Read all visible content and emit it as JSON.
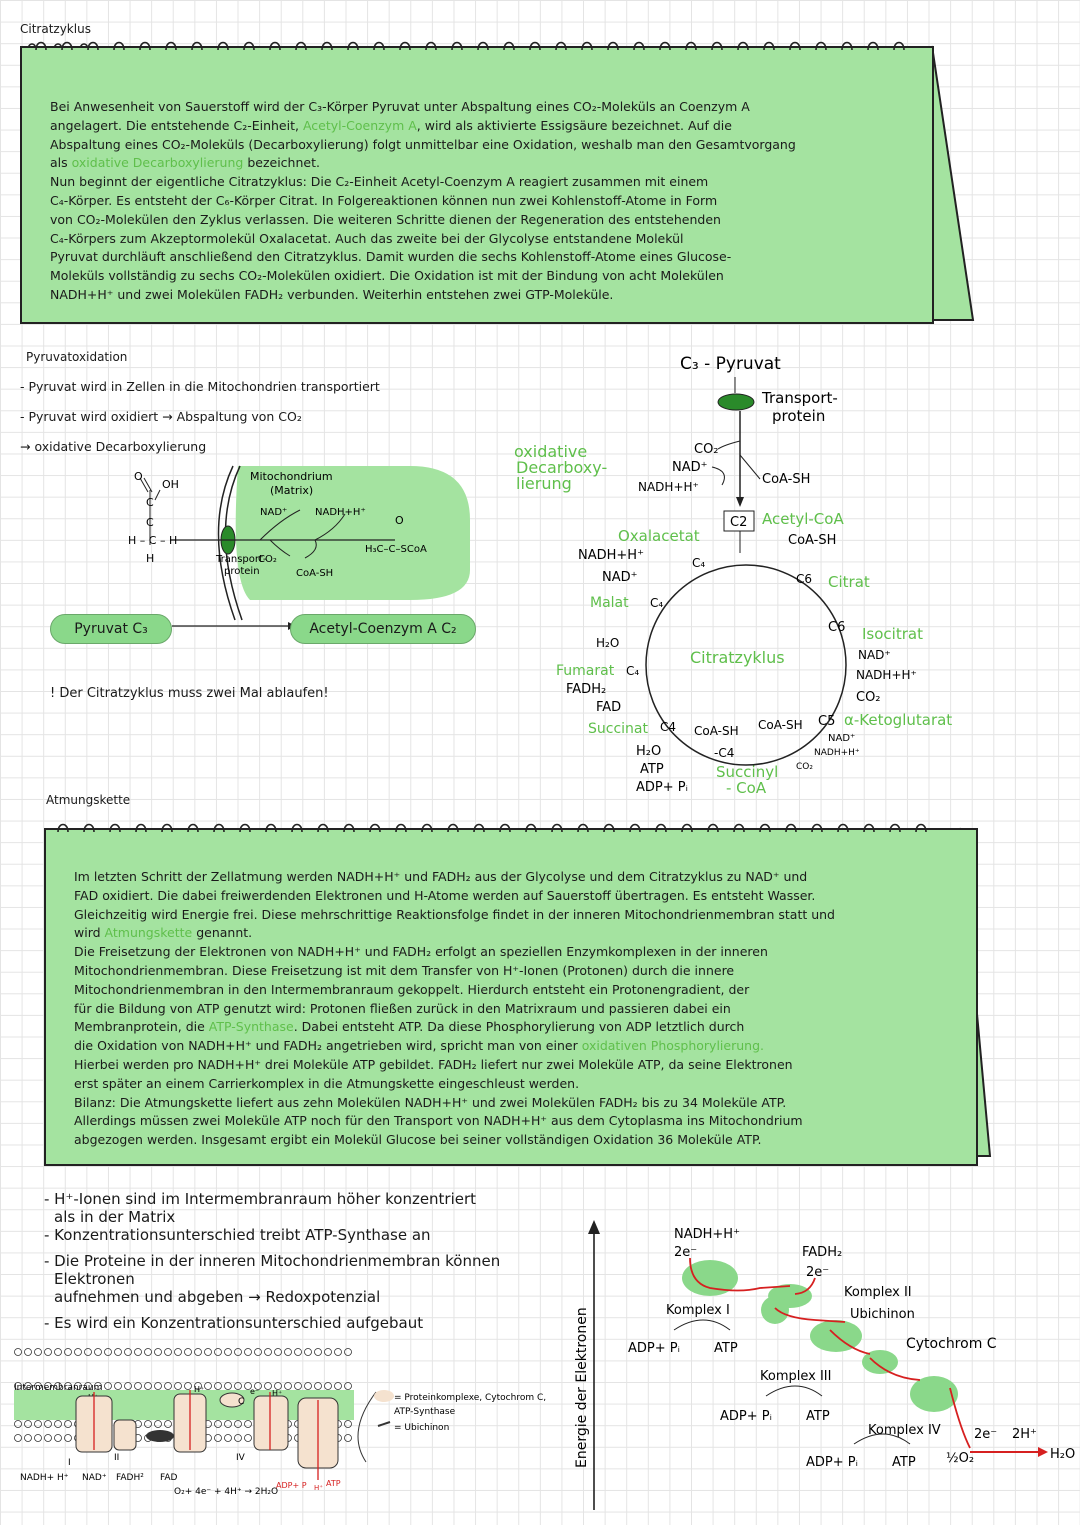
{
  "header": {
    "title": "Citratzyklus"
  },
  "card1": {
    "l1": "Bei Anwesenheit von Sauerstoff wird der C₃-Körper Pyruvat unter Abspaltung eines CO₂-Moleküls an Coenzym A",
    "l2a": "angelagert. Die entstehende C₂-Einheit,",
    "l2g": "Acetyl-Coenzym A",
    "l2b": ", wird als aktivierte Essigsäure bezeichnet. Auf die",
    "l3": "Abspaltung eines CO₂-Moleküls (Decarboxylierung) folgt unmittelbar eine Oxidation, weshalb man den Gesamtvorgang",
    "l4a": "als",
    "l4g": "oxidative Decarboxylierung",
    "l4b": "bezeichnet.",
    "l5": "Nun beginnt der eigentliche Citratzyklus: Die C₂-Einheit Acetyl-Coenzym A reagiert zusammen mit einem",
    "l6": "C₄-Körper. Es entsteht der C₆-Körper Citrat. In Folgereaktionen können nun zwei Kohlenstoff-Atome in Form",
    "l7": "von CO₂-Molekülen den Zyklus verlassen. Die weiteren Schritte dienen der Regeneration des entstehenden",
    "l8": "C₄-Körpers zum Akzeptormolekül Oxalacetat. Auch das zweite bei der Glycolyse entstandene Molekül",
    "l9": "Pyruvat durchläuft anschließend den Citratzyklus. Damit wurden die sechs Kohlenstoff-Atome eines Glucose-",
    "l10": "Moleküls vollständig zu sechs CO₂-Molekülen oxidiert. Die Oxidation ist mit der Bindung von acht Molekülen",
    "l11": "NADH+H⁺ und zwei Molekülen FADH₂ verbunden. Weiterhin entstehen zwei GTP-Moleküle."
  },
  "pyruvat": {
    "title": "Pyruvatoxidation",
    "b1": "- Pyruvat wird in Zellen in die Mitochondrien transportiert",
    "b2": "- Pyruvat wird oxidiert → Abspaltung von CO₂",
    "b3": "→ oxidative Decarboxylierung",
    "mito": "Mitochondrium",
    "matrix": "(Matrix)",
    "nad": "NAD⁺",
    "nadh": "NADH+H⁺",
    "o": "O",
    "oh": "OH",
    "c": "C",
    "h": "H",
    "hch": "H – C – H",
    "transport": "Transport-",
    "protein": "protein",
    "co2": "CO₂",
    "coash": "CoA-SH",
    "product": "H₃C–C–SCoA",
    "pill1": "Pyruvat C₃",
    "pill2": "Acetyl-Coenzym A C₂",
    "warning": "! Der Citratzyklus muss zwei Mal ablaufen!"
  },
  "cycle": {
    "top": "C₃ - Pyruvat",
    "transport": "Transport-",
    "protein": "protein",
    "ox1": "oxidative",
    "ox2": "Decarboxy-",
    "ox3": "lierung",
    "co2": "CO₂",
    "nad": "NAD⁺",
    "nadh": "NADH+H⁺",
    "coash": "CoA-SH",
    "c2": "C2",
    "acetyl": "Acetyl-CoA",
    "coash2": "CoA-SH",
    "oxalacetat": "Oxalacetat",
    "c4a": "C₄",
    "nadh2": "NADH+H⁺",
    "nad2": "NAD⁺",
    "malat": "Malat",
    "c4b": "C₄",
    "c6a": "C6",
    "citrat": "Citrat",
    "c6b": "C6",
    "isocitrat": "Isocitrat",
    "nad3": "NAD⁺",
    "nadh3": "NADH+H⁺",
    "co2b": "CO₂",
    "h2o": "H₂O",
    "center": "Citratzyklus",
    "fumarat": "Fumarat",
    "c4c": "C₄",
    "fadh2": "FADH₂",
    "fad": "FAD",
    "succinat": "Succinat",
    "c4d": "C4",
    "coash3": "CoA-SH",
    "coash4": "CoA-SH",
    "c5": "C5",
    "akg": "α-Ketoglutarat",
    "h2o2": "H₂O",
    "atp": "ATP",
    "adp": "ADP+ Pᵢ",
    "c4e": "-C4",
    "succinyl": "Succinyl",
    "coa": "- CoA",
    "nad4": "NAD⁺",
    "nadh4": "NADH+H⁺",
    "co2c": "CO₂"
  },
  "atm": {
    "title": "Atmungskette",
    "l1": "Im letzten Schritt der Zellatmung werden NADH+H⁺ und FADH₂ aus der Glycolyse und dem Citratzyklus zu NAD⁺ und",
    "l2": "FAD oxidiert. Die dabei freiwerdenden Elektronen und H-Atome werden auf Sauerstoff übertragen. Es entsteht Wasser.",
    "l3": "Gleichzeitig wird Energie frei. Diese mehrschrittige Reaktionsfolge findet in der inneren Mitochondrienmembran statt und",
    "l4a": "wird",
    "l4g": "Atmungskette",
    "l4b": "genannt.",
    "l5": "Die Freisetzung der Elektronen von NADH+H⁺ und FADH₂ erfolgt an speziellen Enzymkomplexen in der inneren",
    "l6": "Mitochondrienmembran. Diese Freisetzung ist mit dem Transfer von H⁺-Ionen (Protonen) durch die innere",
    "l7": "Mitochondrienmembran in den Intermembranraum gekoppelt. Hierdurch entsteht ein Protonengradient, der",
    "l8": "für die Bildung von ATP genutzt wird: Protonen fließen zurück in den Matrixraum und passieren dabei ein",
    "l9a": "Membranprotein, die",
    "l9g": "ATP-Synthase",
    "l9b": ". Dabei entsteht ATP. Da diese Phosphorylierung von ADP letztlich durch",
    "l10a": "die Oxidation von NADH+H⁺ und FADH₂ angetrieben wird, spricht man von einer",
    "l10g": "oxidativen Phosphorylierung.",
    "l11": "Hierbei werden pro NADH+H⁺ drei Moleküle ATP gebildet. FADH₂ liefert nur zwei Moleküle ATP, da seine Elektronen",
    "l12": "erst später an einem Carrierkomplex in die Atmungskette eingeschleust werden.",
    "l13": "Bilanz: Die Atmungskette liefert aus zehn Molekülen NADH+H⁺ und zwei Molekülen FADH₂ bis zu 34 Moleküle ATP.",
    "l14": "Allerdings müssen zwei Moleküle ATP noch für den Transport von NADH+H⁺ aus dem Cytoplasma ins Mitochondrium",
    "l15": "abgezogen werden. Insgesamt ergibt ein Molekül Glucose bei seiner vollständigen Oxidation 36 Moleküle ATP."
  },
  "bullets": {
    "b1a": "- H⁺-Ionen sind im Intermembranraum höher konzentriert",
    "b1b": "als in der Matrix",
    "b2": "- Konzentrationsunterschied treibt ATP-Synthase an",
    "b3a": "- Die Proteine in der inneren Mitochondrienmembran können",
    "b3b": "Elektronen",
    "b3c": "aufnehmen und abgeben → Redoxpotenzial",
    "b4": "- Es wird ein Konzentrationsunterschied aufgebaut"
  },
  "membrane": {
    "intermembran": "Intermembranraum",
    "hplus": "H⁺",
    "c": "C",
    "e": "e⁻",
    "roman1": "I",
    "roman2": "II",
    "roman4": "IV",
    "nadh": "NADH+ H⁺",
    "nad": "NAD⁺",
    "fadh": "FADH²",
    "fad": "FAD",
    "eq": "O₂+ 4e⁻ + 4H⁺ → 2H₂O",
    "adp": "ADP+ P",
    "atp": "ATP",
    "leg1": "= Proteinkomplexe, Cytochrom C,",
    "leg2": "ATP-Synthase",
    "leg3": "= Ubichinon"
  },
  "energy": {
    "axis": "Energie der Elektronen",
    "nadh": "NADH+H⁺",
    "e1": "2e⁻",
    "fadh2": "FADH₂",
    "e2": "2e⁻",
    "k1": "Komplex I",
    "k2": "Komplex II",
    "ubi": "Ubichinon",
    "cyt": "Cytochrom C",
    "k3": "Komplex III",
    "k4": "Komplex IV",
    "adp1": "ADP+ Pᵢ",
    "atp1": "ATP",
    "adp2": "ADP+ Pᵢ",
    "atp2": "ATP",
    "adp3": "ADP+ Pᵢ",
    "atp3": "ATP",
    "e3": "2e⁻",
    "hp": "2H⁺",
    "o2": "½O₂",
    "h2o": "H₂O"
  },
  "colors": {
    "card": "#a4e3a0",
    "accent": "#5fbf4b",
    "arrow": "#d62020"
  }
}
